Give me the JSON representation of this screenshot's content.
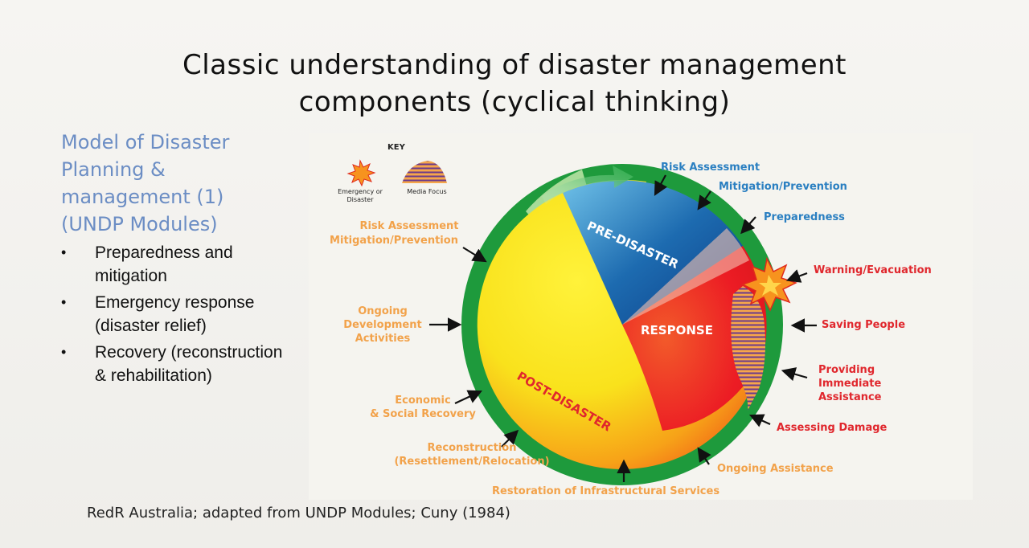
{
  "slide": {
    "title_line1": "Classic  understanding of disaster management",
    "title_line2": "components (cyclical thinking)",
    "left_heading_lines": [
      "Model of Disaster",
      "Planning &",
      "management (1)",
      "(UNDP Modules)"
    ],
    "bullets": [
      "Preparedness and mitigation",
      "Emergency response (disaster relief)",
      "Recovery (reconstruction & rehabilitation)"
    ],
    "citation": "RedR Australia; adapted from UNDP Modules; Cuny (1984)"
  },
  "diagram": {
    "key": {
      "title": "KEY",
      "emergency": "Emergency or Disaster",
      "media": "Media Focus"
    },
    "segments": {
      "pre": "PRE-DISASTER",
      "response": "RESPONSE",
      "post": "POST-DISASTER"
    },
    "labels": {
      "risk_assessment": "Risk Assessment",
      "mitigation_prevention": "Mitigation/Prevention",
      "preparedness": "Preparedness",
      "warning_evacuation": "Warning/Evacuation",
      "saving_people": "Saving People",
      "providing_assistance": [
        "Providing",
        "Immediate",
        "Assistance"
      ],
      "assessing_damage": "Assessing Damage",
      "ongoing_assistance": "Ongoing Assistance",
      "restoration": "Restoration of Infrastructural Services",
      "reconstruction": [
        "Reconstruction",
        "(Resettlement/Relocation)"
      ],
      "economic": [
        "Economic",
        "& Social Recovery"
      ],
      "ongoing_development": [
        "Ongoing",
        "Development",
        "Activities"
      ],
      "left_risk": "Risk Assessment",
      "left_mitigation": "Mitigation/Prevention"
    },
    "colors": {
      "ring": "#1e9a3c",
      "blue_label": "#2a7fc1",
      "red_label": "#e0272d",
      "orange_label": "#f2a24a"
    }
  }
}
